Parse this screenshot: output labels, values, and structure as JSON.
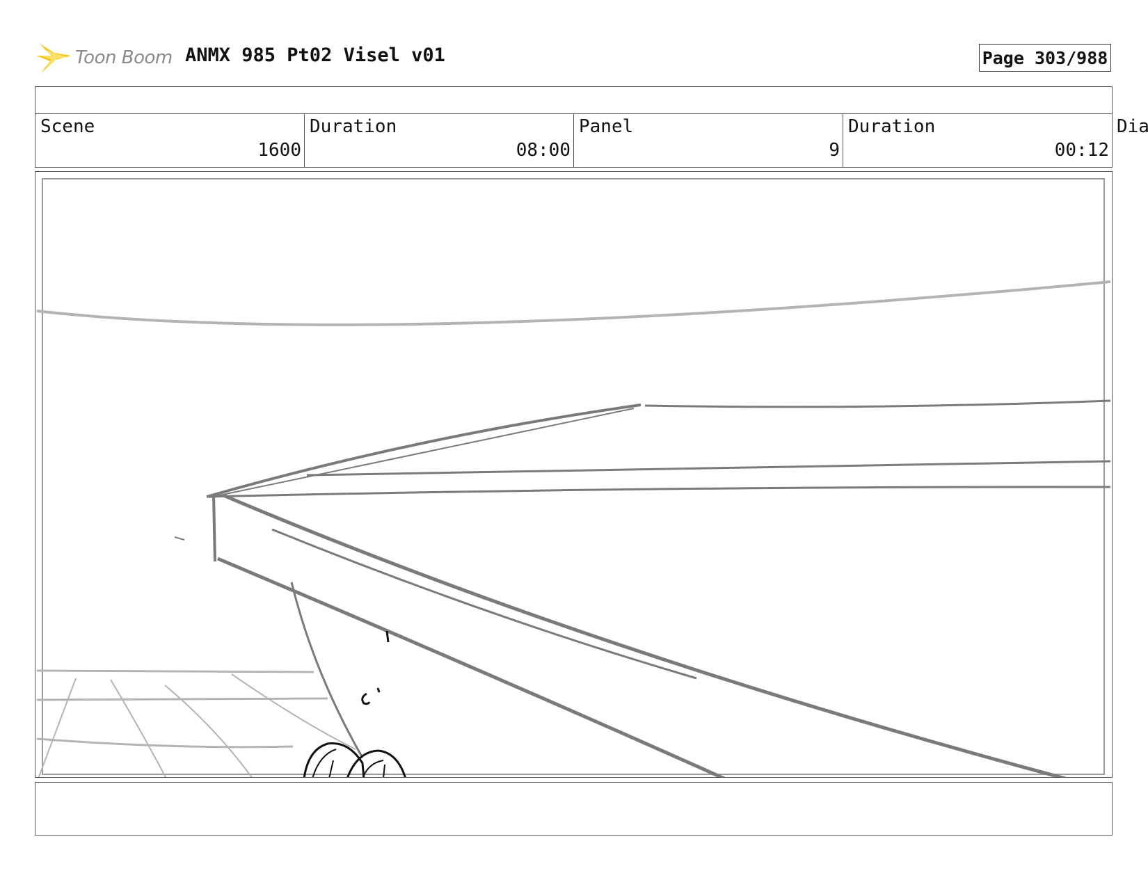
{
  "header": {
    "logo_text": "Toon Boom",
    "title": "ANMX 985 Pt02 Visel v01",
    "page": "Page 303/988"
  },
  "info": {
    "scene_label": "Scene",
    "scene_value": "1600",
    "scene_duration_label": "Duration",
    "scene_duration_value": "08:00",
    "panel_label": "Panel",
    "panel_value": "9",
    "panel_duration_label": "Duration",
    "panel_duration_value": "00:12",
    "dialogue_label": "Dia"
  },
  "colors": {
    "logo_yellow": "#f5c518",
    "sketch_gray": "#7a7a7a",
    "sketch_light": "#b3b3b3",
    "ink": "#111111"
  }
}
